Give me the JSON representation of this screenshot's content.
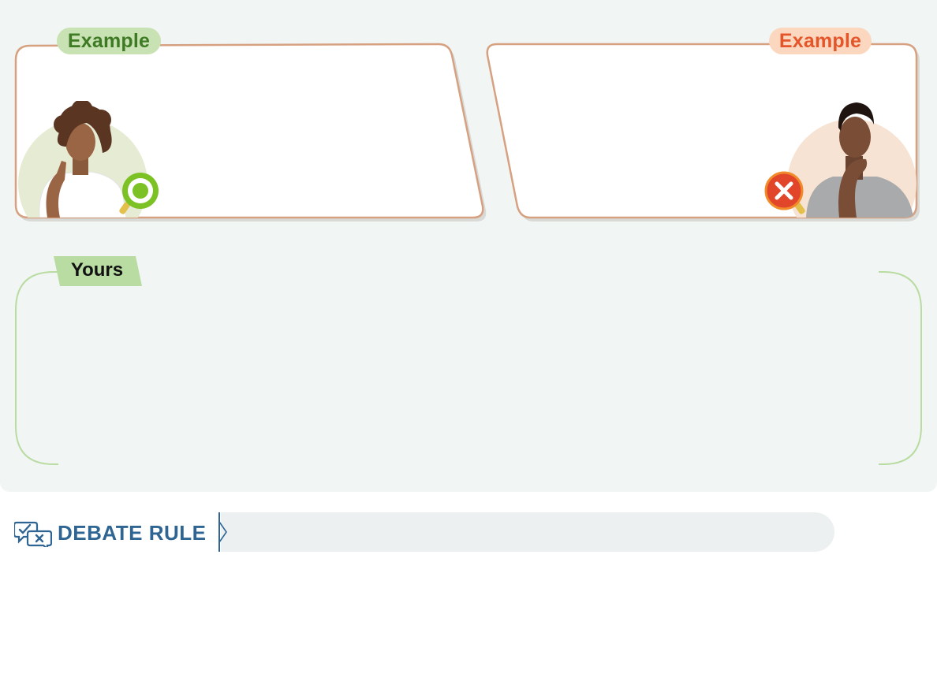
{
  "examples": {
    "good": {
      "tag": "Example",
      "status": "correct",
      "icon": "check-ring-icon",
      "accent": "#7cc225"
    },
    "bad": {
      "tag": "Example",
      "status": "incorrect",
      "icon": "x-circle-icon",
      "accent": "#e2462a"
    }
  },
  "yours": {
    "tag": "Yours",
    "answer": ""
  },
  "rule": {
    "label": "DEBATE RULE",
    "text": ""
  },
  "colors": {
    "panel_bg": "#f1f5f4",
    "box_border": "#d6a181",
    "good_tag_bg": "#c9e2b3",
    "good_tag_text": "#3e7a23",
    "bad_tag_bg": "#fbd7bf",
    "bad_tag_text": "#e4552a",
    "yours_border": "#b9dca2",
    "rule_text": "#2f6592",
    "rule_track": "#edf0f1"
  }
}
